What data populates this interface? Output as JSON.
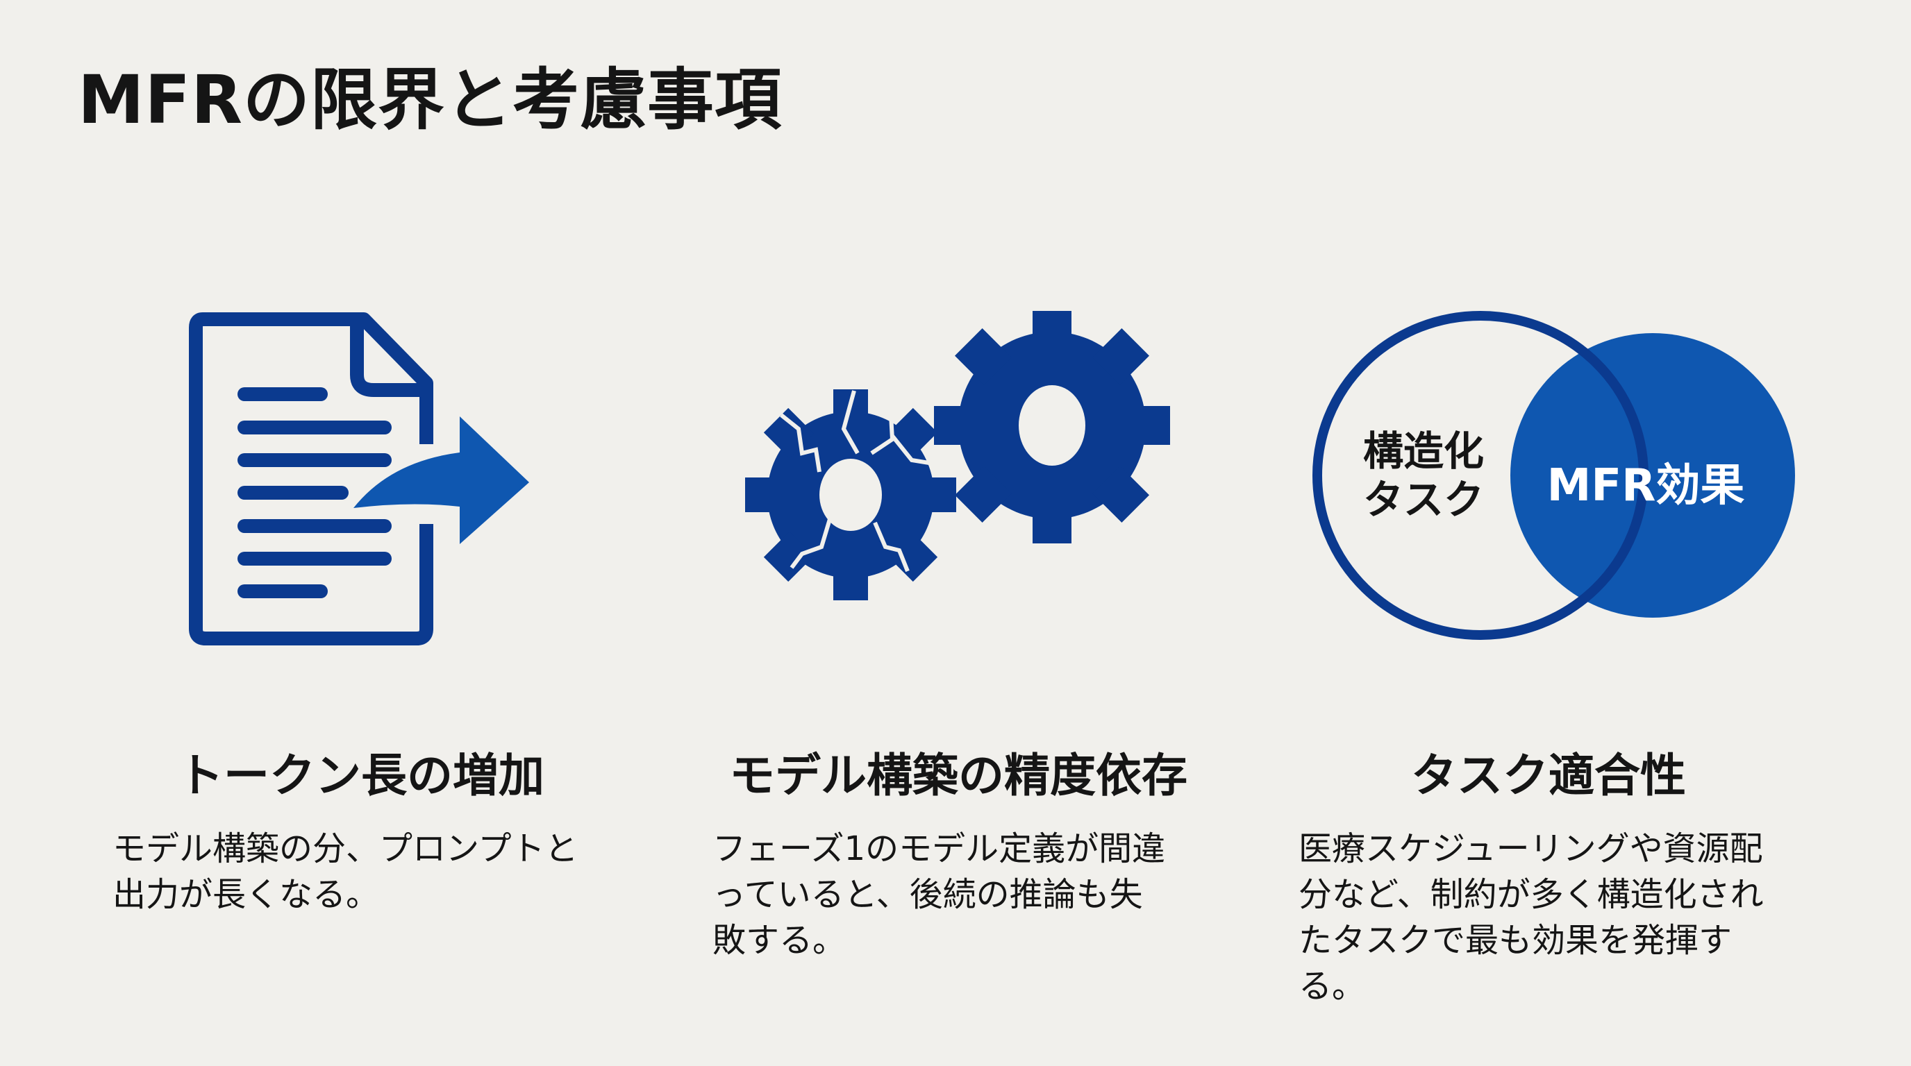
{
  "slide": {
    "title": "MFRの限界と考慮事項",
    "colors": {
      "background": "#f1f0ec",
      "navy": "#0b3a8f",
      "blue": "#0f57b0",
      "text": "#151515"
    },
    "columns": [
      {
        "icon": "document-export-icon",
        "heading": "トークン長の増加",
        "body": "モデル構築の分、プロンプトと\n出力が長くなる。"
      },
      {
        "icon": "broken-gears-icon",
        "heading": "モデル構築の精度依存",
        "body": "フェーズ1のモデル定義が間違\nっていると、後続の推論も失\n敗する。"
      },
      {
        "icon": "venn-diagram-icon",
        "heading": "タスク適合性",
        "body": "医療スケジューリングや資源配\n分など、制約が多く構造化され\nたタスクで最も効果を発揮す\nる。",
        "venn": {
          "left_label": "構造化\nタスク",
          "right_label": "MFR効果"
        }
      }
    ]
  }
}
